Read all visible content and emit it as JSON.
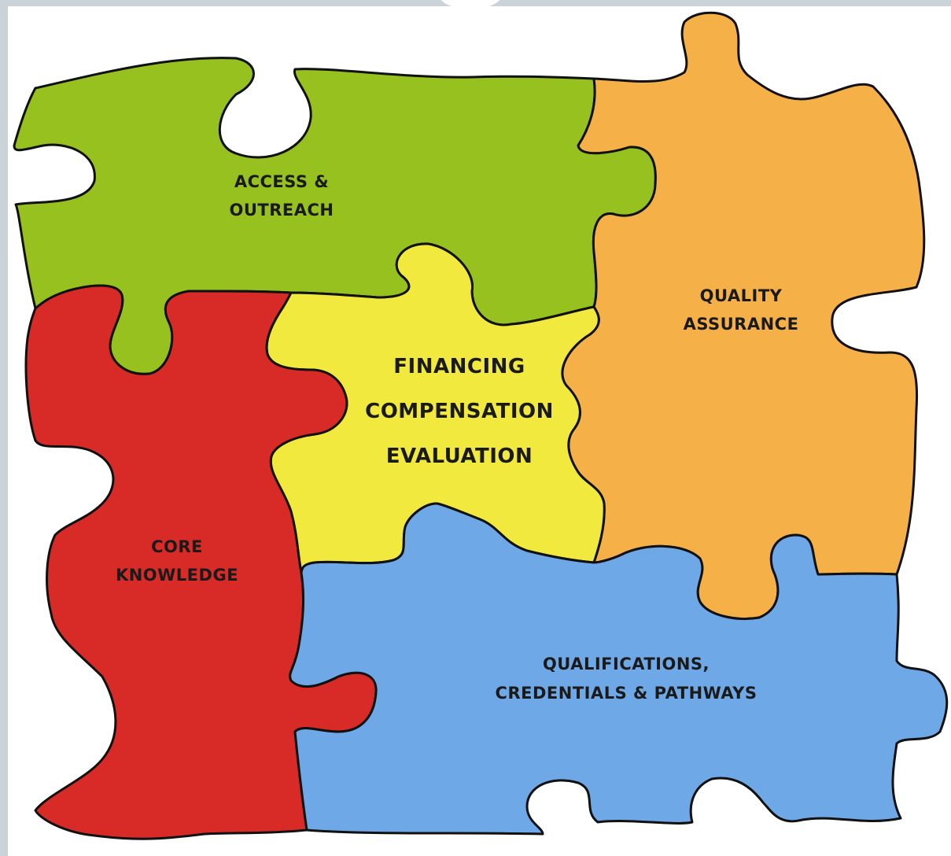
{
  "colors": {
    "background": "#ffffff",
    "frame": "#c9d3d8",
    "outline": "#111111",
    "green": "#96c11f",
    "orange": "#f5b148",
    "yellow": "#f2e93e",
    "red": "#d82a27",
    "blue": "#6ea8e6",
    "text": "#1a1a1a"
  },
  "pieces": {
    "access_outreach": {
      "line1": "ACCESS &",
      "line2": "OUTREACH"
    },
    "quality_assurance": {
      "line1": "QUALITY",
      "line2": "ASSURANCE"
    },
    "financing": {
      "line1": "FINANCING",
      "line2": "COMPENSATION",
      "line3": "EVALUATION"
    },
    "core_knowledge": {
      "line1": "CORE",
      "line2": "KNOWLEDGE"
    },
    "qualifications": {
      "line1": "QUALIFICATIONS,",
      "line2": "CREDENTIALS & PATHWAYS"
    }
  }
}
